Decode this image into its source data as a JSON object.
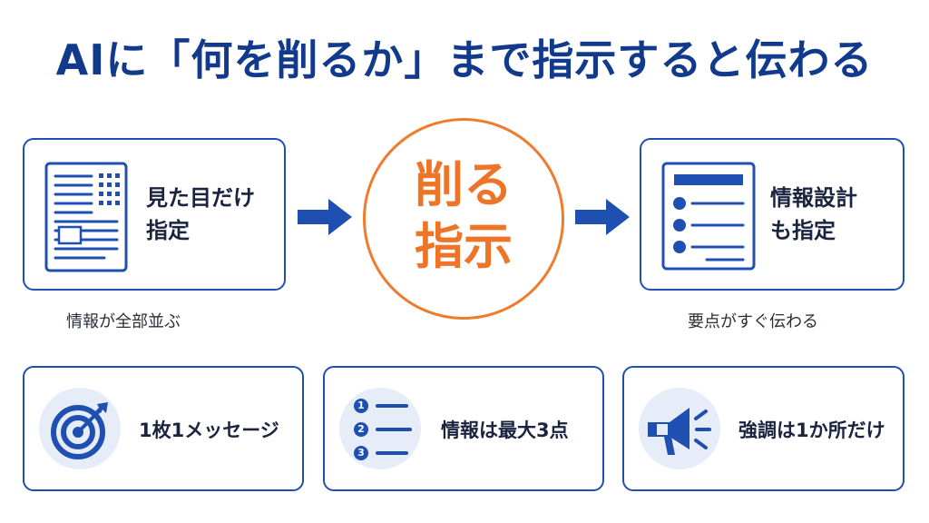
{
  "title": "AIに「何を削るか」まで指示すると伝わる",
  "colors": {
    "primary_blue": "#1f4fb0",
    "title_blue": "#123a8c",
    "accent_orange": "#ee7428",
    "bubble_bg": "#e6edf8"
  },
  "left_card": {
    "line1": "見た目だけ",
    "line2": "指定",
    "caption": "情報が全部並ぶ",
    "icon": "dense-document-icon"
  },
  "center": {
    "line1": "削る",
    "line2": "指示"
  },
  "right_card": {
    "line1": "情報設計",
    "line2": "も指定",
    "caption": "要点がすぐ伝わる",
    "icon": "structured-document-icon"
  },
  "tips": [
    {
      "label": "1枚1メッセージ",
      "icon": "target-icon"
    },
    {
      "label": "情報は最大3点",
      "icon": "numbered-list-icon",
      "numbers": [
        "1",
        "2",
        "3"
      ]
    },
    {
      "label": "強調は1か所だけ",
      "icon": "megaphone-icon"
    }
  ]
}
